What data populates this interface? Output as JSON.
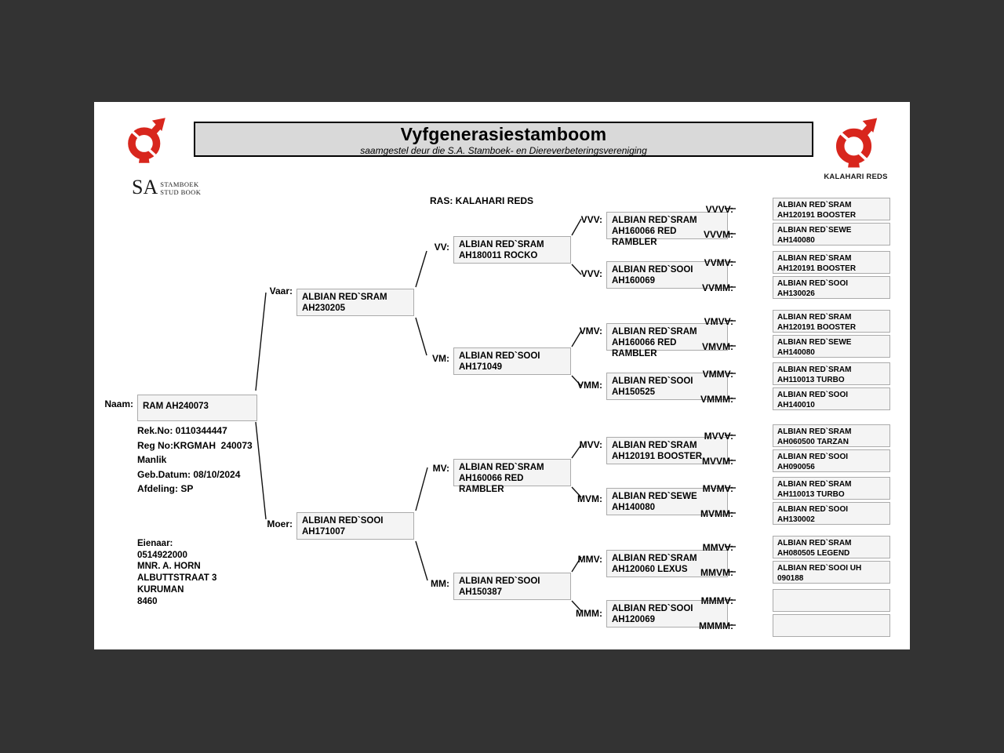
{
  "colors": {
    "outer_background": "#333333",
    "page_background": "#ffffff",
    "banner_fill": "#d9d9d9",
    "box_fill": "#f4f4f4",
    "box_border": "#ababab",
    "logo_red": "#d8261d"
  },
  "icons": {
    "left_logo": "ram-circular-arrow-icon",
    "right_logo": "ram-circular-arrow-icon"
  },
  "header": {
    "title": "Vyfgenerasiestamboom",
    "subtitle": "saamgestel deur die S.A. Stamboek- en Diereverbeteringsvereniging",
    "left_logo": {
      "big": "SA",
      "line1": "STAMBOEK",
      "line2": "STUD BOOK"
    },
    "right_logo": {
      "label": "KALAHARI REDS"
    }
  },
  "ras_label": "RAS: KALAHARI REDS",
  "subject": {
    "naam_label": "Naam:",
    "name": "RAM AH240073",
    "details": [
      "Rek.No: 0110344447",
      "Reg No:KRGMAH  240073",
      "Manlik",
      "Geb.Datum: 08/10/2024",
      "Afdeling: SP"
    ],
    "owner": [
      "Eienaar:",
      "0514922000",
      "MNR. A. HORN",
      "ALBUTTSTRAAT 3",
      "KURUMAN",
      "8460"
    ]
  },
  "pedigree": {
    "gen2": [
      {
        "label": "Vaar:",
        "text": "ALBIAN RED`SRAM\nAH230205"
      },
      {
        "label": "Moer:",
        "text": "ALBIAN RED`SOOI\nAH171007"
      }
    ],
    "gen3": [
      {
        "label": "VV:",
        "text": "ALBIAN RED`SRAM\nAH180011 ROCKO"
      },
      {
        "label": "VM:",
        "text": "ALBIAN RED`SOOI\nAH171049"
      },
      {
        "label": "MV:",
        "text": "ALBIAN RED`SRAM\nAH160066 RED\nRAMBLER"
      },
      {
        "label": "MM:",
        "text": "ALBIAN RED`SOOI\nAH150387"
      }
    ],
    "gen4": [
      {
        "label": "VVV:",
        "text": "ALBIAN RED`SRAM\nAH160066 RED\nRAMBLER"
      },
      {
        "label": "VVV:",
        "text": "ALBIAN RED`SOOI\nAH160069"
      },
      {
        "label": "VMV:",
        "text": "ALBIAN RED`SRAM\nAH160066 RED\nRAMBLER"
      },
      {
        "label": "VMM:",
        "text": "ALBIAN RED`SOOI\nAH150525"
      },
      {
        "label": "MVV:",
        "text": "ALBIAN RED`SRAM\nAH120191 BOOSTER"
      },
      {
        "label": "MVM:",
        "text": "ALBIAN RED`SEWE\nAH140080"
      },
      {
        "label": "MMV:",
        "text": "ALBIAN RED`SRAM\nAH120060 LEXUS"
      },
      {
        "label": "MMM:",
        "text": "ALBIAN RED`SOOI\nAH120069"
      }
    ],
    "gen5": [
      {
        "label": "VVVV:",
        "text": "ALBIAN RED`SRAM\nAH120191 BOOSTER"
      },
      {
        "label": "VVVM:",
        "text": "ALBIAN RED`SEWE\nAH140080"
      },
      {
        "label": "VVMV:",
        "text": "ALBIAN RED`SRAM\nAH120191 BOOSTER"
      },
      {
        "label": "VVMM:",
        "text": "ALBIAN RED`SOOI AH130026"
      },
      {
        "label": "VMVV:",
        "text": "ALBIAN RED`SRAM\nAH120191 BOOSTER"
      },
      {
        "label": "VMVM:",
        "text": "ALBIAN RED`SEWE\nAH140080"
      },
      {
        "label": "VMMV:",
        "text": "ALBIAN RED`SRAM\nAH110013 TURBO"
      },
      {
        "label": "VMMM:",
        "text": "ALBIAN RED`SOOI AH140010"
      },
      {
        "label": "MVVV:",
        "text": "ALBIAN RED`SRAM\nAH060500 TARZAN"
      },
      {
        "label": "MVVM:",
        "text": "ALBIAN RED`SOOI AH090056"
      },
      {
        "label": "MVMV:",
        "text": "ALBIAN RED`SRAM\nAH110013 TURBO"
      },
      {
        "label": "MVMM:",
        "text": "ALBIAN RED`SOOI AH130002"
      },
      {
        "label": "MMVV:",
        "text": "ALBIAN RED`SRAM\nAH080505 LEGEND"
      },
      {
        "label": "MMVM:",
        "text": "ALBIAN RED`SOOI UH\n090188"
      },
      {
        "label": "MMMV:",
        "text": ""
      },
      {
        "label": "MMMM:",
        "text": ""
      }
    ]
  }
}
